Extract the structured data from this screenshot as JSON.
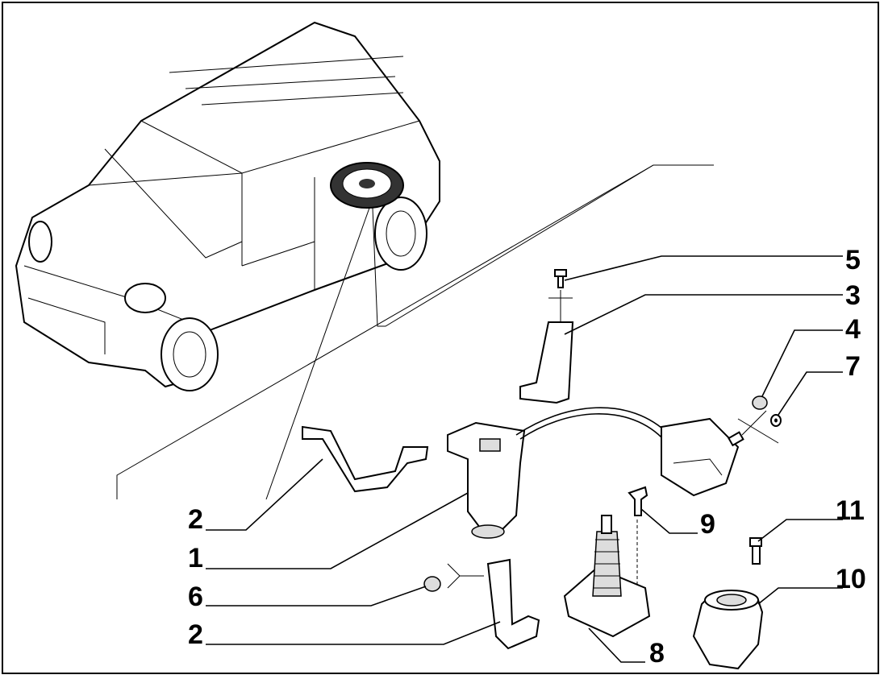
{
  "title": "Spare wheel carrier exploded parts diagram",
  "callouts": [
    {
      "id": "label-5",
      "text": "5"
    },
    {
      "id": "label-3",
      "text": "3"
    },
    {
      "id": "label-4",
      "text": "4"
    },
    {
      "id": "label-7",
      "text": "7"
    },
    {
      "id": "label-2a",
      "text": "2"
    },
    {
      "id": "label-9",
      "text": "9"
    },
    {
      "id": "label-11",
      "text": "11"
    },
    {
      "id": "label-1",
      "text": "1"
    },
    {
      "id": "label-10",
      "text": "10"
    },
    {
      "id": "label-6",
      "text": "6"
    },
    {
      "id": "label-2b",
      "text": "2"
    },
    {
      "id": "label-8",
      "text": "8"
    }
  ]
}
